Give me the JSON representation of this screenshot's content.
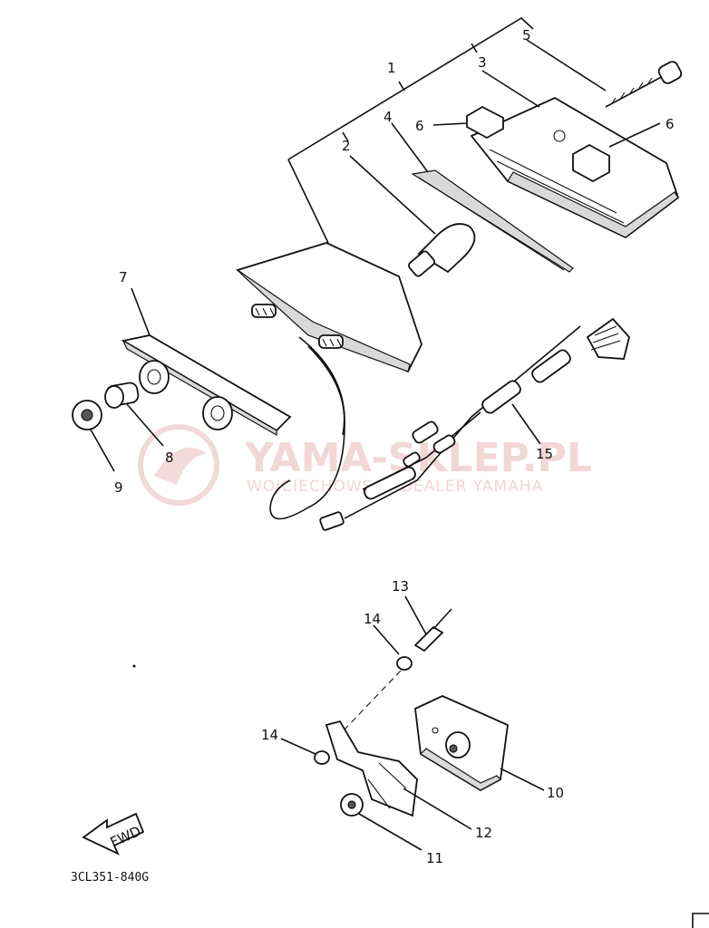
{
  "diagram": {
    "part_code": "3CL351-840G",
    "fwd_label": "FWD",
    "callouts": [
      {
        "id": "c1",
        "label": "1"
      },
      {
        "id": "c2",
        "label": "2"
      },
      {
        "id": "c3",
        "label": "3"
      },
      {
        "id": "c4",
        "label": "4"
      },
      {
        "id": "c5",
        "label": "5"
      },
      {
        "id": "c6a",
        "label": "6"
      },
      {
        "id": "c6b",
        "label": "6"
      },
      {
        "id": "c7",
        "label": "7"
      },
      {
        "id": "c8",
        "label": "8"
      },
      {
        "id": "c9",
        "label": "9"
      },
      {
        "id": "c10",
        "label": "10"
      },
      {
        "id": "c11",
        "label": "11"
      },
      {
        "id": "c12",
        "label": "12"
      },
      {
        "id": "c13",
        "label": "13"
      },
      {
        "id": "c14a",
        "label": "14"
      },
      {
        "id": "c14b",
        "label": "14"
      },
      {
        "id": "c15",
        "label": "15"
      }
    ]
  },
  "watermark": {
    "brand": "YAMA-SKLEP.PL",
    "tagline": "WOJCIECHOWSCY DEALER YAMAHA",
    "color": "#e8b8b8"
  }
}
